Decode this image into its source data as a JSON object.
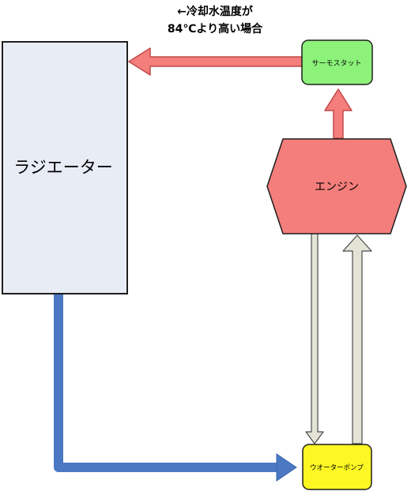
{
  "annotation": {
    "line1": "←冷却水温度が",
    "line2": "84℃より高い場合"
  },
  "radiator": {
    "label": "ラジエーター"
  },
  "thermostat": {
    "label": "サーモスタット"
  },
  "engine": {
    "label": "エンジン"
  },
  "water_pump": {
    "label": "ウオーターポンプ"
  },
  "colors": {
    "radiator_fill": "#e8ecf5",
    "thermostat_fill": "#8cf27a",
    "engine_fill": "#f47e7b",
    "pump_fill": "#fdf723",
    "hot_arrow": "#f47e7b",
    "cold_pipe": "#4a78c2",
    "circulation_arrow": "#e4e4d6"
  }
}
